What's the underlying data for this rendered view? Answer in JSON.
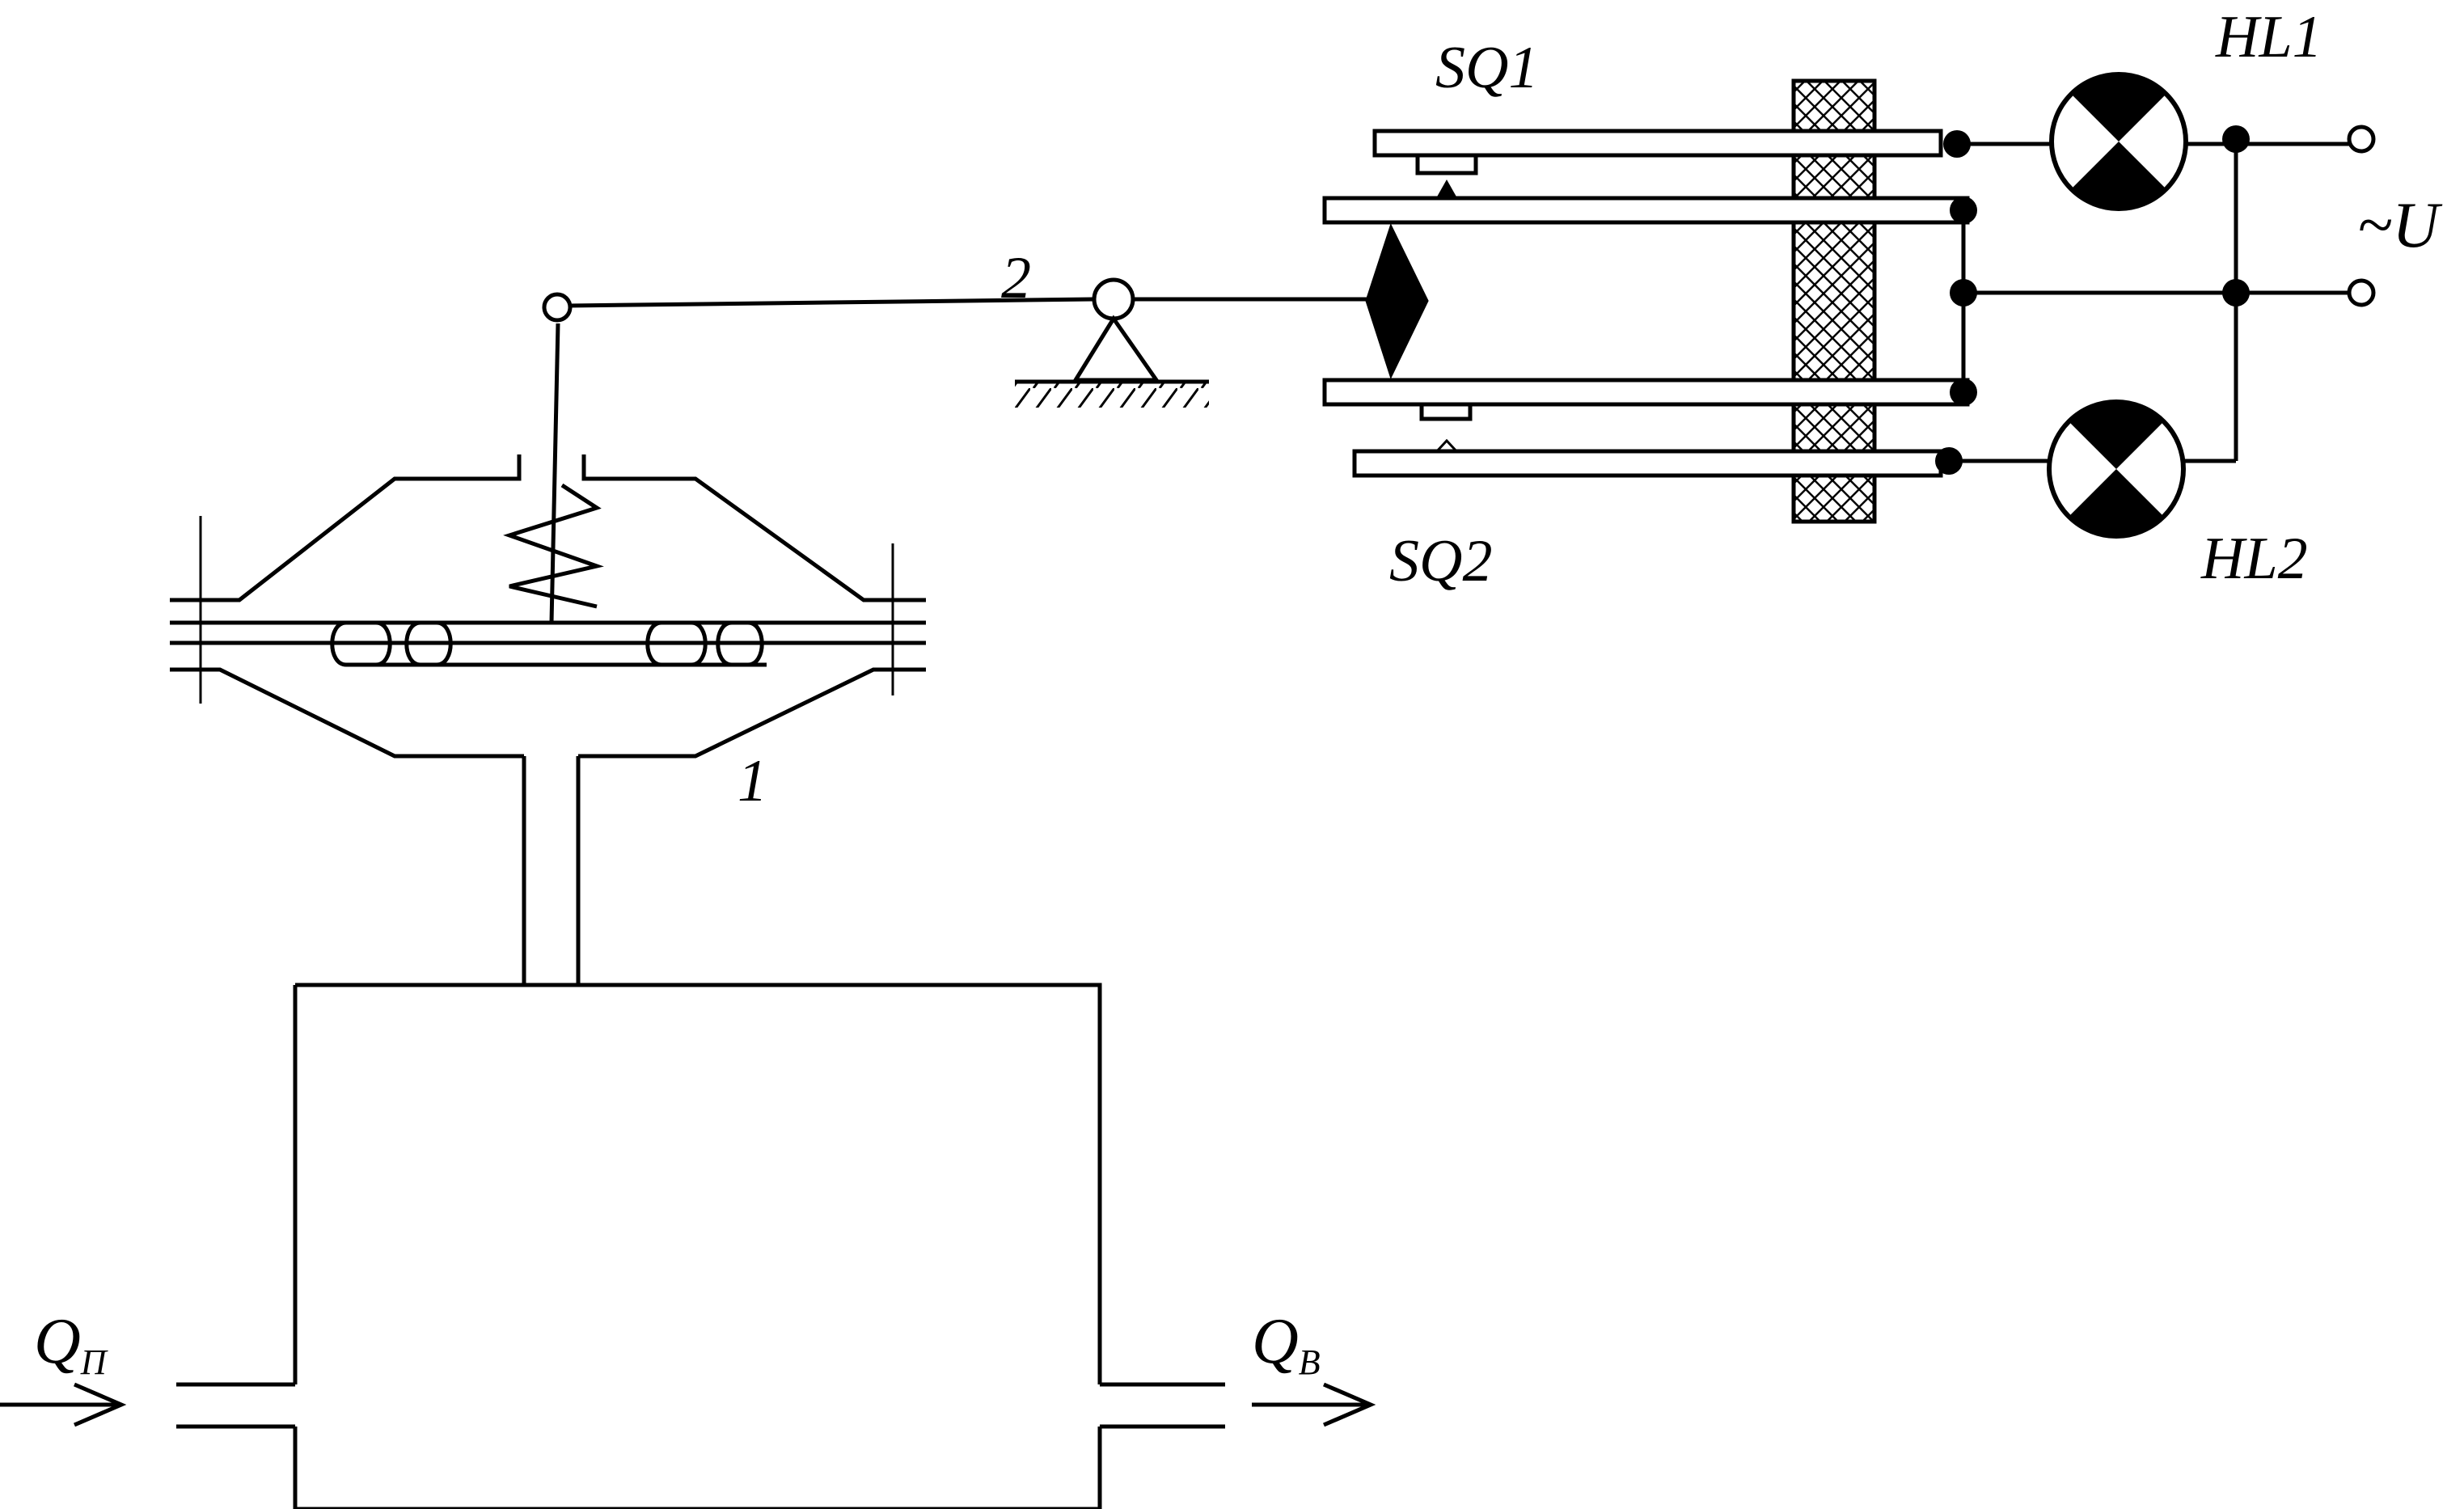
{
  "labels": {
    "sq1": "SQ1",
    "sq2": "SQ2",
    "hl1": "HL1",
    "hl2": "HL2",
    "voltage": "~U",
    "lever": "2",
    "sensor": "1",
    "flow_in_main": "Q",
    "flow_in_sub": "П",
    "flow_out_main": "Q",
    "flow_out_sub": "В"
  },
  "colors": {
    "line": "#000000",
    "background": "#ffffff"
  }
}
